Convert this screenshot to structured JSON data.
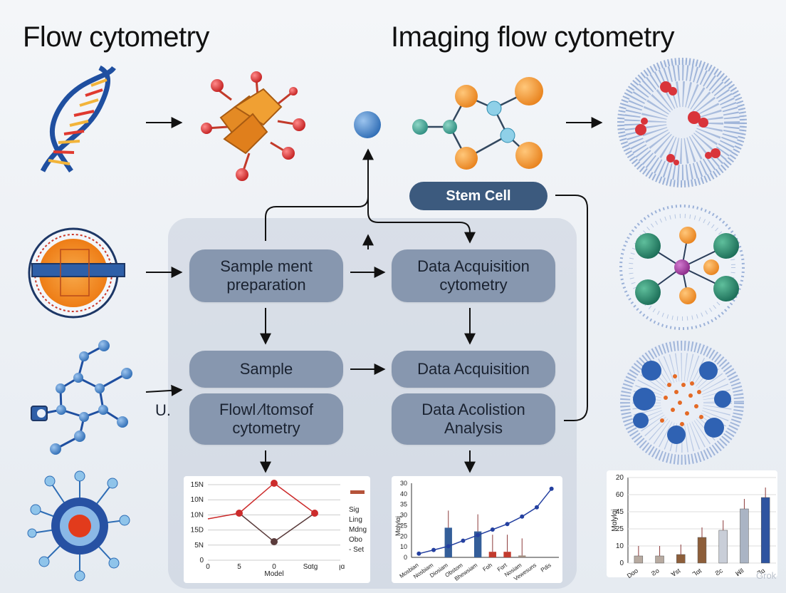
{
  "titles": {
    "left": "Flow cytometry",
    "right": "Imaging flow cytometry"
  },
  "stem_label": "Stem Cell",
  "boxes": {
    "b1": "Sample ment\npreparation",
    "b2": "Data Acquisition\ncytometry",
    "b3": "Sample",
    "b4": "Data Acquisition",
    "b5": "Flowl ⁄ltomsof\ncytometry",
    "b6": "Data Acolistion\nAnalysis"
  },
  "side_letter": "U.",
  "icons": {
    "dna": "dna-helix-icon",
    "protein": "protein-molecule-icon",
    "cell": "cell-cross-section-icon",
    "molecule": "molecular-structure-icon",
    "network": "cell-network-icon",
    "sphere": "blue-sphere-icon",
    "graph": "node-graph-icon"
  },
  "colors": {
    "box": "#8797af",
    "stem": "#3c5a7e",
    "panel": "#c3cbd8",
    "orange": "#f0922a",
    "blue": "#2e5fa8",
    "red": "#cc2b2b",
    "teal": "#3aa39a"
  },
  "chart_data": [
    {
      "type": "line",
      "yticks": [
        "15N",
        "10N",
        "10N",
        "15D",
        "5N",
        "0"
      ],
      "xticks": [
        "0",
        "5",
        "0",
        "Sɑtg",
        "ꞁɑ"
      ],
      "xlabel": "Model",
      "legend": [
        "Sig",
        "Ling",
        "Mdng",
        "Obo",
        "- Set"
      ],
      "series": [
        {
          "x": [
            0,
            1,
            2,
            3,
            4
          ],
          "y": [
            2,
            2.4,
            4.3,
            2.4,
            0.9
          ]
        },
        {
          "x": [
            1,
            2,
            3
          ],
          "y": [
            2.4,
            0.9,
            2.4
          ]
        }
      ],
      "xlim": [
        0,
        5
      ],
      "ylim": [
        0,
        5
      ]
    },
    {
      "type": "bar",
      "yticks": [
        "30",
        "40",
        "35",
        "30",
        "25",
        "20",
        "10",
        "0"
      ],
      "ylabel": "Mɑlylɑj",
      "categories": [
        "Mosbian",
        "Nosbiam",
        "Diosiam",
        "Obstom",
        "Bhewsiam",
        "Fɑh",
        "Fɑrt",
        "Nosiam",
        "Vewesuns",
        "Pdis"
      ],
      "series": [
        {
          "values": [
            0,
            0,
            16,
            0,
            14,
            0,
            0,
            0,
            0,
            0
          ]
        },
        {
          "values": [
            0,
            0,
            0,
            0,
            0,
            3,
            3,
            0,
            0,
            0
          ]
        },
        {
          "values": [
            0,
            0,
            0,
            0,
            0,
            0,
            0,
            1,
            0,
            0
          ]
        }
      ],
      "line": {
        "x": [
          0.5,
          1.5,
          2.5,
          3.5,
          4.5,
          5.5,
          6.5,
          7.5,
          8.5,
          9.5
        ],
        "y": [
          2,
          4,
          6,
          9,
          12,
          15,
          18,
          22,
          27,
          37
        ]
      },
      "ylim": [
        0,
        40
      ]
    },
    {
      "type": "bar",
      "yticks": [
        "20",
        "60",
        "45",
        "25",
        "10",
        "0"
      ],
      "ylabel": "Mɑlylɑj",
      "categories": [
        "Dɑo",
        "Ƨo",
        "Ɐst",
        "Ꞁɑt",
        "Ƨc",
        "ꟽll",
        "Ꞁɑ"
      ],
      "values": [
        5,
        5,
        6,
        18,
        23,
        38,
        46
      ],
      "ylim": [
        0,
        60
      ]
    }
  ],
  "watermark": "Grok"
}
